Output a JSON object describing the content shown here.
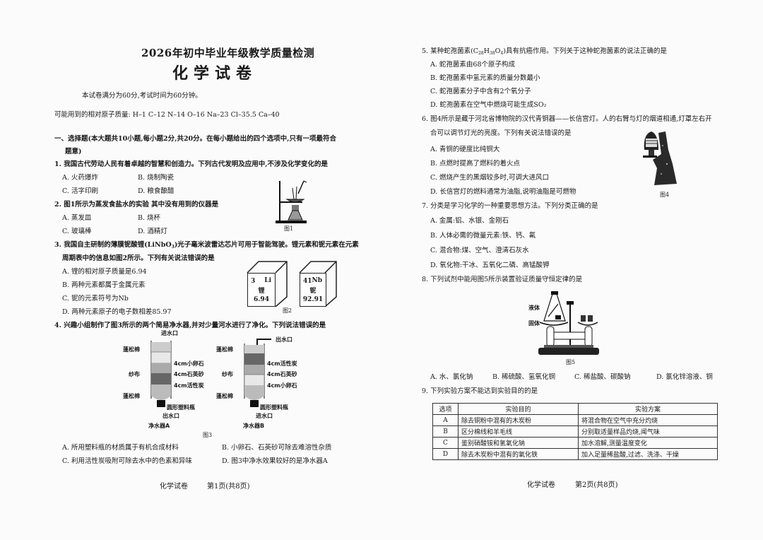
{
  "page1": {
    "header_line1": "2026年初中毕业年级教学质量检测",
    "header_line2": "化学试卷",
    "intro": "本试卷满分为60分,考试时间为60分钟。",
    "atomic_masses": "可能用到的相对原子质量: H–1   C–12   N–14   O–16   Na–23   Cl–35.5   Ca–40",
    "section_title_1": "一、选择题(本大题共10小题,每小题2分,共20分。在每小题给出的四个选项中,只有一项最符合",
    "section_title_2": "题意)",
    "q1": {
      "stem": "1. 我国古代劳动人民有着卓越的智慧和创造力。下列古代发明及应用中,不涉及化学变化的是",
      "options": [
        "A. 火药爆炸",
        "B. 烧制陶瓷",
        "C. 活字印刷",
        "D. 粮食酿醋"
      ]
    },
    "q2": {
      "stem": "2. 图1所示为蒸发食盐水的实验 其中没有用到的仪器是",
      "options": [
        "A. 蒸发皿",
        "B. 烧杯",
        "C. 玻璃棒",
        "D. 酒精灯"
      ],
      "figure_caption": "图1"
    },
    "q3": {
      "stem_a": "3. 我国自主研制的薄膜铌酸锂(LiNbO",
      "stem_sub": "3",
      "stem_b": ")光子毫米波雷达芯片可用于智能驾驶。锂元素和铌元素在元素",
      "stem_line2": "周期表中的信息如图2所示。下列有关说法错误的是",
      "options": [
        "A. 锂的相对原子质量是6.94",
        "B. 两种元素都属于金属元素",
        "C. 铌的元素符号为Nb",
        "D. 两种元素原子的电子数相差85.97"
      ],
      "elements": [
        {
          "number": "3",
          "symbol": "Li",
          "name": "锂",
          "mass": "6.94"
        },
        {
          "number": "41",
          "symbol": "Nb",
          "name": "铌",
          "mass": "92.91"
        }
      ],
      "figure_caption": "图2"
    },
    "q4": {
      "stem": "4. 兴趣小组制作了图3所示的两个简易净水器,并对少量河水进行了净化。下列说法错误的是",
      "figure_caption": "图3",
      "purifier_a": {
        "title": "净水器A",
        "inlet": "进水口",
        "outlet": "出水口",
        "cotton_top": "蓬松棉",
        "cotton_bottom": "蓬松棉",
        "gauze": "纱布",
        "bottle": "圆形塑料瓶",
        "layers": [
          "4cm小卵石",
          "4cm石英砂",
          "4cm活性炭"
        ]
      },
      "purifier_b": {
        "title": "净水器B",
        "inlet": "进水口",
        "outlet": "出水口",
        "cotton_top": "蓬松棉",
        "cotton_bottom": "蓬松棉",
        "gauze": "纱布",
        "bottle": "圆形塑料瓶",
        "layers": [
          "4cm活性炭",
          "4cm石英砂",
          "4cm小卵石"
        ]
      },
      "options": [
        "A. 所用塑料瓶的材质属于有机合成材料",
        "B. 小卵石、石英砂可除去难溶性杂质",
        "C. 利用活性炭吸附可除去水中的色素和异味",
        "D. 图3中净水效果较好的是净水器A"
      ]
    },
    "footer": {
      "subject": "化学试卷",
      "page": "第1页(共8页)"
    }
  },
  "page2": {
    "q5": {
      "stem_a": "5. 某种蛇孢菌素(C",
      "f1": "28",
      "f2": "H",
      "f3": "38",
      "f4": "O",
      "f5": "4",
      "stem_b": ")具有抗癌作用。下列关于这种蛇孢菌素的说法正确的是",
      "options": [
        "A. 蛇孢菌素由68个原子构成",
        "B. 蛇孢菌素中氢元素的质量分数最小",
        "C. 蛇孢菌素分子中含有2个氧分子",
        "D. 蛇孢菌素在空气中燃烧可能生成SO₂"
      ]
    },
    "q6": {
      "stem_line1": "6. 图4所示是藏于河北省博物院的汉代青铜器——长信宫灯。人的右臂与灯的烟道相通,灯罩左右开",
      "stem_line2": "合可以调节灯光的亮度。下列有关说法错误的是",
      "options": [
        "A. 青铜的硬度比纯铜大",
        "B. 点燃时提高了燃料的着火点",
        "C. 燃烧产生的黑烟较多时,可调大进风口",
        "D. 长信宫灯的燃料通常为油脂,说明油脂是可燃物"
      ],
      "figure_caption": "图4"
    },
    "q7": {
      "stem": "7. 分类是学习化学的一种重要思想方法。下列分类正确的是",
      "options": [
        "A. 金属:铝、水银、金刚石",
        "B. 人体必需的微量元素:铁、钙、氟",
        "C. 混合物:煤、空气、澄清石灰水",
        "D. 氧化物:干冰、五氧化二磷、高锰酸钾"
      ]
    },
    "q8": {
      "stem": "8. 下列试剂中能用图5所示装置验证质量守恒定律的是",
      "figure_caption": "图5",
      "labels": {
        "liquid": "液体",
        "solid": "固体"
      },
      "options": [
        "A. 水、氯化钠",
        "B. 稀硫酸、氢氧化铜",
        "C. 稀盐酸、碳酸钠",
        "D. 氯化锌溶液、铜"
      ]
    },
    "q9": {
      "stem": "9. 下列实验方案不能达到实验目的的是",
      "table": {
        "headers": [
          "选项",
          "实验目的",
          "实验方案"
        ],
        "rows": [
          [
            "A",
            "除去铜粉中混有的木炭粉",
            "将混合物在空气中充分灼烧"
          ],
          [
            "B",
            "区分棉线和羊毛线",
            "分别取适量样品灼烧,闻气味"
          ],
          [
            "C",
            "鉴别硝酸铵和氢氧化钠",
            "加水溶解,测量温度变化"
          ],
          [
            "D",
            "除去木炭粉中混有的氧化铁",
            "加入足量稀盐酸,过滤、洗涤、干燥"
          ]
        ]
      }
    },
    "footer": {
      "subject": "化学试卷",
      "page": "第2页(共8页)"
    }
  }
}
